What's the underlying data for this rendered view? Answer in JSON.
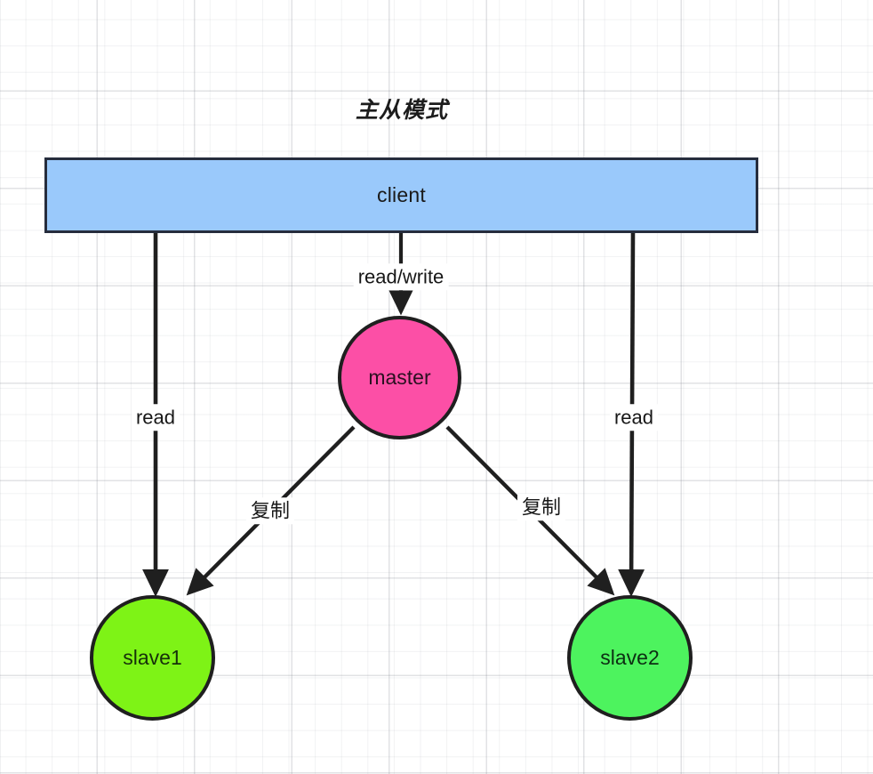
{
  "diagram": {
    "title": "主从模式",
    "type": "replication-topology",
    "nodes": [
      {
        "id": "client",
        "label": "client",
        "shape": "rectangle",
        "color": "#9ac9fb"
      },
      {
        "id": "master",
        "label": "master",
        "shape": "circle",
        "color": "#fc4fa6"
      },
      {
        "id": "slave1",
        "label": "slave1",
        "shape": "circle",
        "color": "#7ef316"
      },
      {
        "id": "slave2",
        "label": "slave2",
        "shape": "circle",
        "color": "#4df35e"
      }
    ],
    "edges": [
      {
        "id": "client-master",
        "from": "client",
        "to": "master",
        "label": "read/write"
      },
      {
        "id": "client-slave1",
        "from": "client",
        "to": "slave1",
        "label": "read"
      },
      {
        "id": "client-slave2",
        "from": "client",
        "to": "slave2",
        "label": "read"
      },
      {
        "id": "master-slave1",
        "from": "master",
        "to": "slave1",
        "label": "复制"
      },
      {
        "id": "master-slave2",
        "from": "master",
        "to": "slave2",
        "label": "复制"
      }
    ],
    "colors": {
      "stroke": "#1f1f1f",
      "box_border": "#262d3d",
      "background": "#ffffff",
      "grid": "#cfd3da"
    }
  }
}
